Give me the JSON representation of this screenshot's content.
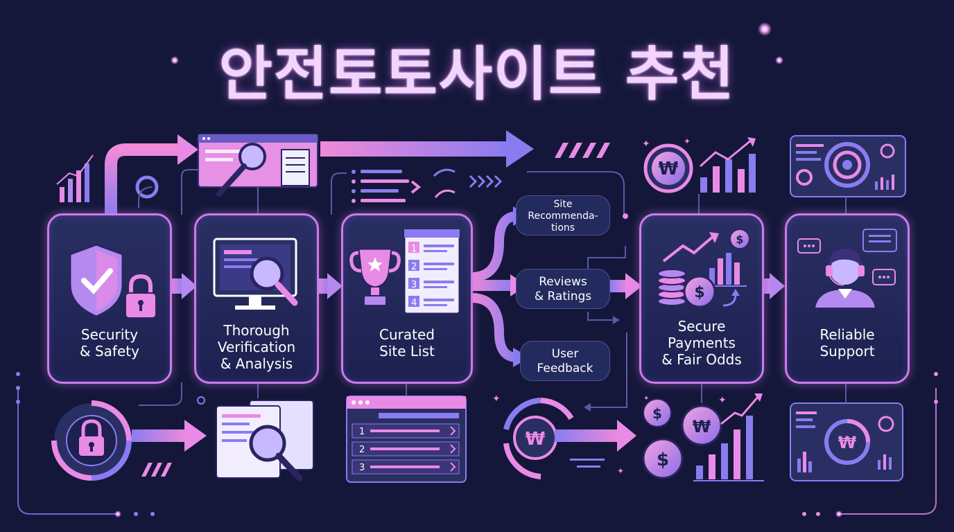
{
  "title": "안전토토사이트 추천",
  "cards": {
    "security": [
      "Security",
      "& Safety"
    ],
    "verification": [
      "Thorough",
      "Verification",
      "& Analysis"
    ],
    "curated": [
      "Curated",
      "Site List"
    ],
    "payments": [
      "Secure",
      "Payments",
      "& Fair Odds"
    ],
    "support": [
      "Reliable",
      "Support"
    ]
  },
  "branches": {
    "recommendations": [
      "Site",
      "Recommenda-",
      "tions"
    ],
    "reviews": [
      "Reviews",
      "& Ratings"
    ],
    "feedback": [
      "User",
      "Feedback"
    ]
  },
  "ranked_list": [
    "1",
    "2",
    "3",
    "4"
  ],
  "bottom_list": [
    "1",
    "2",
    "3"
  ],
  "currency": {
    "won": "₩",
    "dollar": "$"
  },
  "colors": {
    "background": "#14173a",
    "accent_pink": "#e98ae6",
    "accent_violet": "#8a7cf0",
    "card_border": "#d07ae8"
  }
}
